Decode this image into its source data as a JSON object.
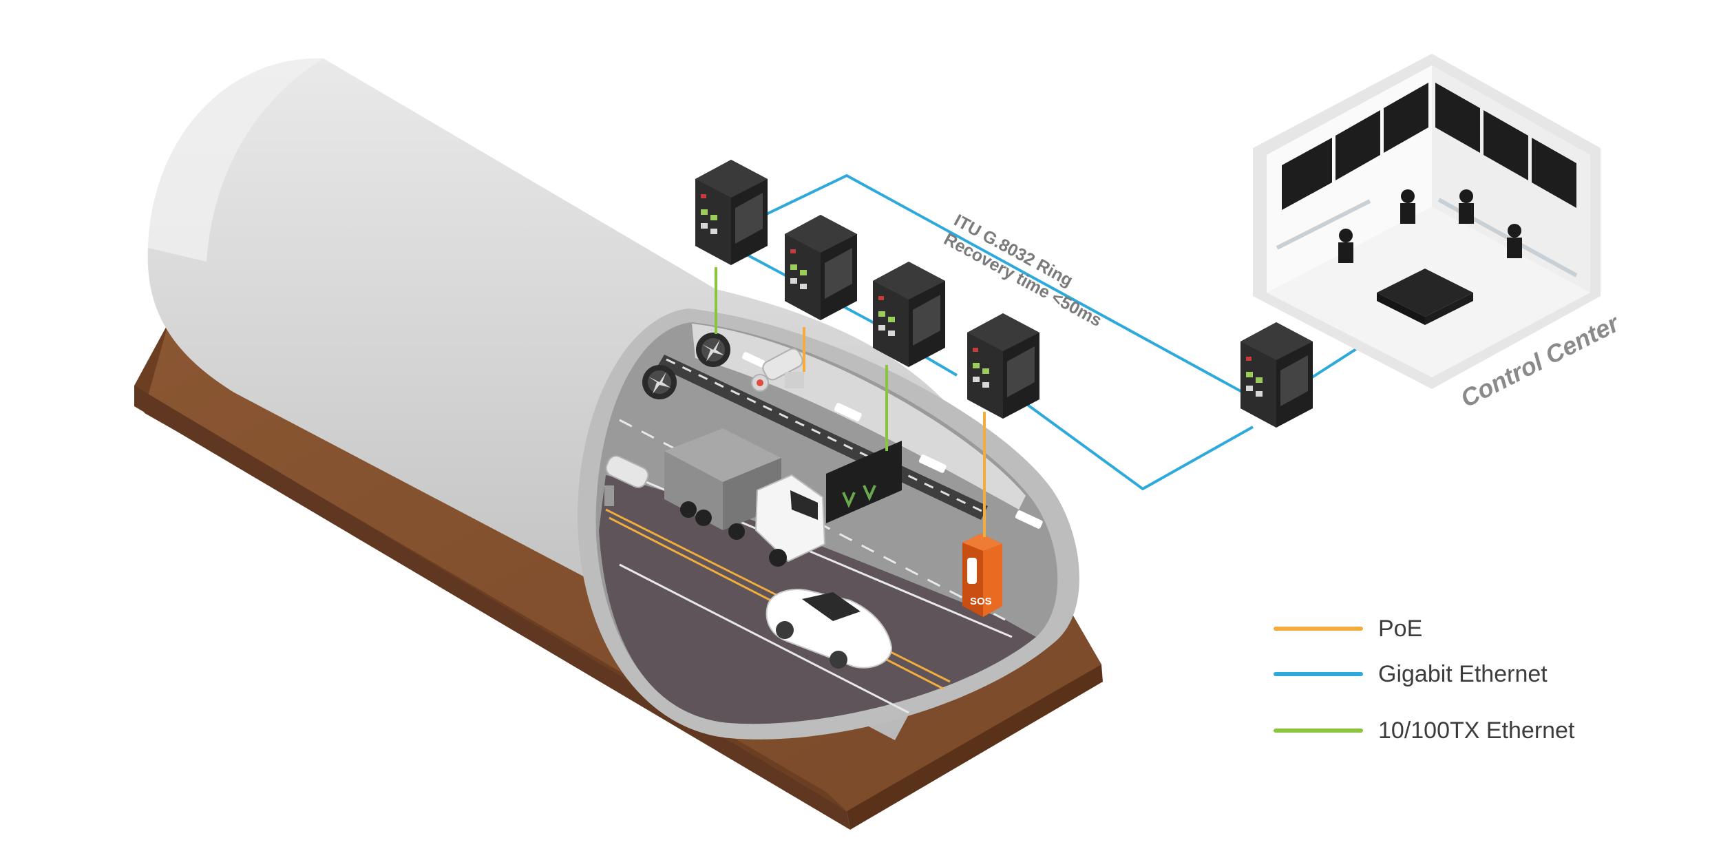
{
  "ring": {
    "line1": "ITU G.8032 Ring",
    "line2": "Recovery time <50ms"
  },
  "control_center": {
    "label": "Control Center"
  },
  "sos_box": {
    "label": "SOS"
  },
  "legend": {
    "items": [
      {
        "label": "PoE",
        "color": "#f2ad3d"
      },
      {
        "label": "Gigabit Ethernet",
        "color": "#2ea9db"
      },
      {
        "label": "10/100TX Ethernet",
        "color": "#8bc540"
      }
    ]
  },
  "colors": {
    "poe": "#f2ad3d",
    "gigabit": "#2ea9db",
    "fast_ethernet": "#8bc540",
    "tunnel_base": "#7a4a2a",
    "sos_box": "#e8651e"
  }
}
